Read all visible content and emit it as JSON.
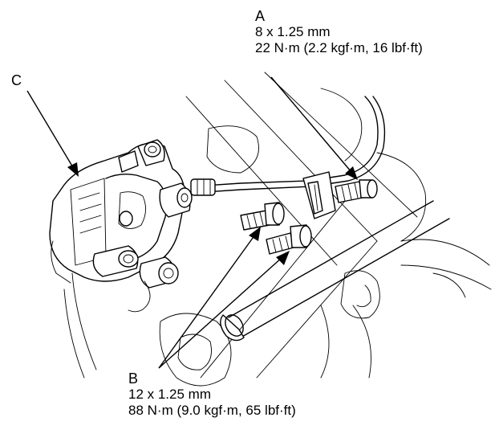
{
  "callouts": {
    "a": {
      "letter": "A",
      "size": "8 x 1.25 mm",
      "torque": "22 N·m (2.2 kgf·m, 16 lbf·ft)"
    },
    "b": {
      "letter": "B",
      "size": "12 x 1.25 mm",
      "torque": "88 N·m (9.0 kgf·m, 65 lbf·ft)"
    },
    "c": {
      "letter": "C"
    }
  },
  "colors": {
    "ink": "#000000",
    "paper": "#ffffff"
  }
}
